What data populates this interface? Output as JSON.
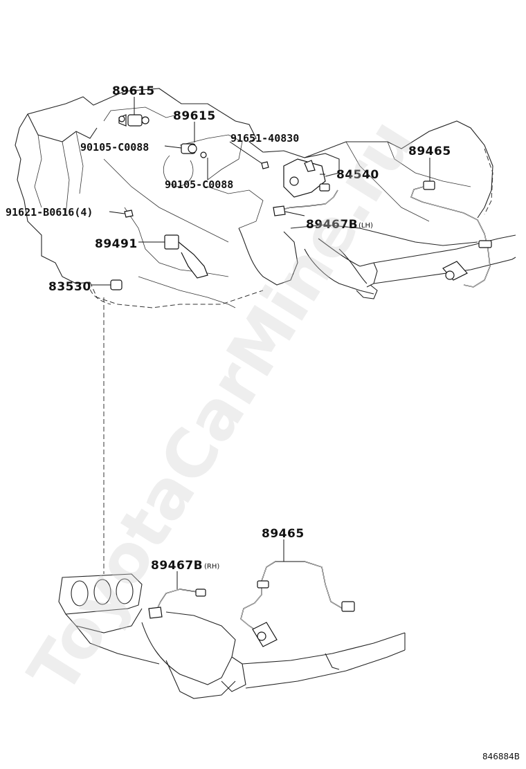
{
  "diagram": {
    "labels": {
      "p89615_top": "89615",
      "p89615_mid": "89615",
      "p90105_a": "90105-C0088",
      "p90105_b": "90105-C0088",
      "p91651": "91651-40830",
      "p84540": "84540",
      "p89465_top": "89465",
      "p91621": "91621-B0616(4)",
      "p89491": "89491",
      "p89467_lh": "89467B",
      "p89467_lh_note": "(LH)",
      "p83530": "83530",
      "p89465_bottom": "89465",
      "p89467_rh": "89467B",
      "p89467_rh_note": "(RH)"
    },
    "figure_code": "846884B",
    "watermark": "ToyotaCarMine.ru"
  }
}
